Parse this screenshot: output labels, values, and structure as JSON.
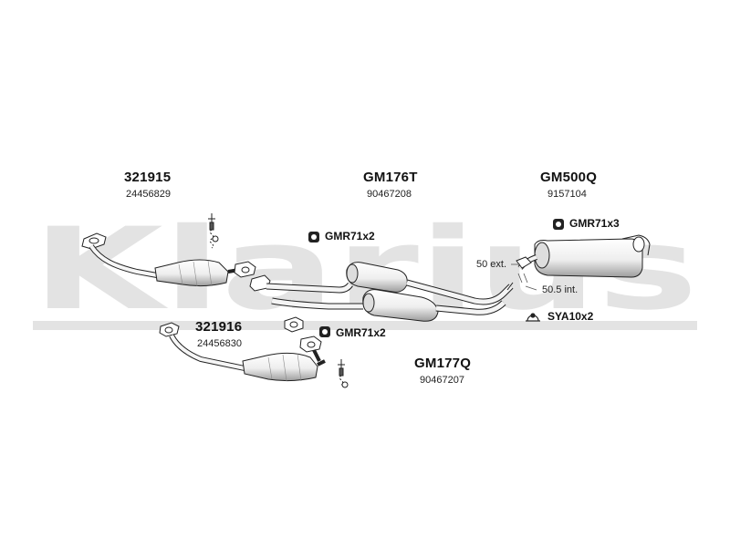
{
  "watermark": {
    "text": "Klarius",
    "color": "#e3e3e3"
  },
  "groups": [
    {
      "code": "321915",
      "number": "24456829"
    },
    {
      "code": "GM176T",
      "number": "90467208"
    },
    {
      "code": "GM500Q",
      "number": "9157104"
    },
    {
      "code": "321916",
      "number": "24456830"
    },
    {
      "code": "GM177Q",
      "number": "90467207"
    }
  ],
  "parts": [
    {
      "label": "GMR71x2"
    },
    {
      "label": "GMR71x3"
    },
    {
      "label": "GMR71x2"
    },
    {
      "label": "SYA10x2"
    }
  ],
  "dimensions": [
    {
      "label": "50 ext."
    },
    {
      "label": "50.5 int."
    }
  ],
  "colors": {
    "line": "#222222",
    "fill": "#f4f4f4",
    "shade": "#b8b8b8"
  }
}
